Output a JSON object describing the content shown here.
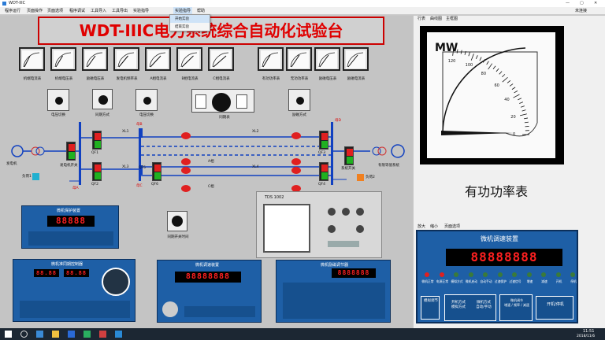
{
  "window": {
    "title": "WDT-IIIC"
  },
  "menu": [
    "程序运行",
    "页面操作",
    "页面选项",
    "程序调试",
    "工具导入",
    "工具导出",
    "实验指导",
    "帮助"
  ],
  "dropdown": [
    "开始实验",
    "结束实验"
  ],
  "main_title": "WDT-IIIC电力系统综合自动化试验台",
  "top_meters": [
    {
      "label": "机端电流表"
    },
    {
      "label": "机端电压表"
    },
    {
      "label": "励磁电压表"
    },
    {
      "label": "发电机频率表"
    },
    {
      "label": "A相电流表"
    },
    {
      "label": "B相电流表"
    },
    {
      "label": "C相电流表"
    }
  ],
  "right_meters": [
    {
      "label": "有功功率表"
    },
    {
      "label": "无功功率表"
    },
    {
      "label": "励磁电压表"
    },
    {
      "label": "励磁电流表"
    }
  ],
  "switches": [
    {
      "label": "电压切换"
    },
    {
      "label": "同期方式"
    },
    {
      "label": "电压切换"
    },
    {
      "label": "同期表"
    },
    {
      "label": "励磁方式"
    }
  ],
  "diagram": {
    "generator": "发电机",
    "gen_switch": "发电机开关",
    "bus_a": "母A",
    "bus_b": "母B",
    "bus_c": "母C",
    "bus_d": "母D",
    "line1": "XL1",
    "line2": "XL2",
    "line3": "XL3",
    "line4": "XL4",
    "phase_a": "A相",
    "phase_c": "C相",
    "load1": "负荷1",
    "load2": "负荷2",
    "sys_switch": "系统开关",
    "infinite": "有限等值系统",
    "qf1": "QF1",
    "qf2": "QF2",
    "qf3": "QF3",
    "qf4": "QF4",
    "qf5": "QF5",
    "qf6": "QF6"
  },
  "tds": {
    "label": "TDS 1002"
  },
  "sync_knob_label": "同期开关时间",
  "protection_panel": {
    "title": "微机保护装置",
    "display": "88888"
  },
  "exc_panel": {
    "title": "微机准同期控制器",
    "d1": "88.88",
    "d2": "88.88"
  },
  "speed_panel": {
    "title": "微机调速装置",
    "display": "88888888"
  },
  "exc2_panel": {
    "title": "微机励磁调节器",
    "display": "8888888"
  },
  "right": {
    "tabs": [
      "行表",
      "曲线图",
      "主框图"
    ],
    "meter_unit": "MW",
    "meter_ticks": [
      "0",
      "20",
      "40",
      "60",
      "80",
      "100",
      "120"
    ],
    "meter_title": "有功功率表",
    "zoom_tabs": [
      "放大",
      "缩小",
      "页面选项"
    ],
    "gov_title": "微机调速装置",
    "gov_display": "88888888",
    "gov_labels": [
      "微机正常",
      "电源正常",
      "模拟方式",
      "微机启动",
      "自动手动",
      "过速保护",
      "过速信号",
      "增速",
      "减速",
      "开机",
      "停机"
    ],
    "gov_btns": [
      "模拟调节",
      "开机方式\n模拟方式",
      "微机方式\n自动/手动",
      "微机调节\n增速 / 频率 / 减速",
      "开机/停机"
    ],
    "user": "未连接"
  },
  "taskbar": {
    "time": "11:51",
    "date": "2018/11/6"
  }
}
